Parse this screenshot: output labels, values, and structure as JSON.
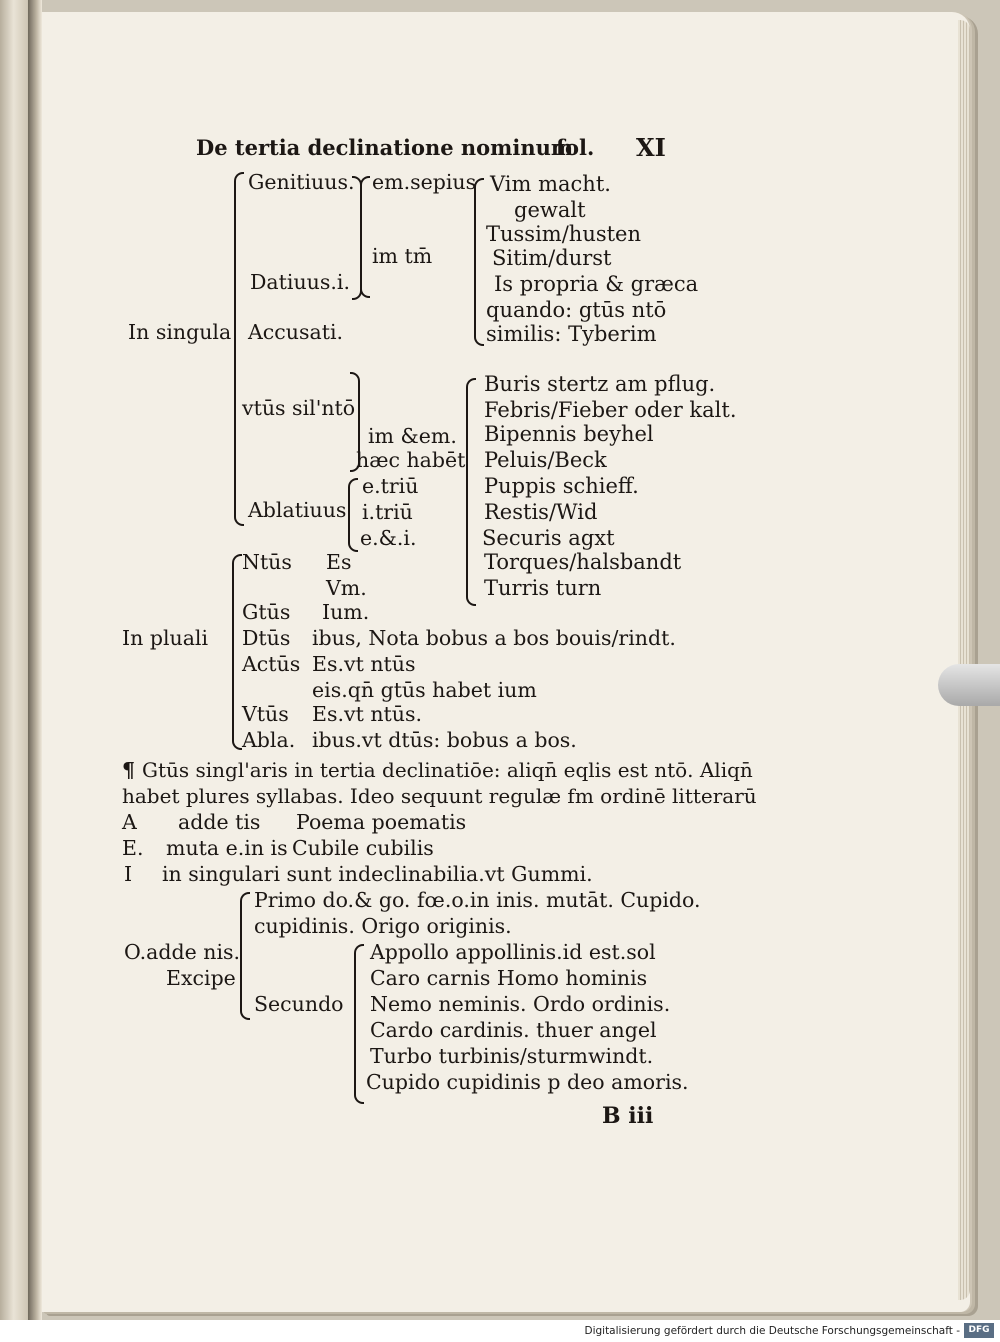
{
  "header": {
    "title": "De tertia declinatione nominum",
    "fol": "fol.",
    "number": "XI"
  },
  "singular": {
    "label": "In singula",
    "cases": {
      "genitiuus": "Genitiuus.",
      "datiuus": "Datiuus.i.",
      "accusati": "Accusati.",
      "vtus": "vtūs sil'ntō",
      "ablatiuus": "Ablatiuus"
    },
    "endings": {
      "em_sepius": "em.sepius",
      "im_tm": "im tm̄",
      "im_em": "im &em.",
      "haec_habet": "hæc habēt",
      "e_triu": "e.triū",
      "i_triu": "i.triū",
      "e_et_i": "e.&.i."
    },
    "examples_a": [
      "Vim macht.",
      "gewalt",
      "Tussim/husten",
      "Sitim/durst",
      "Is propria & græca",
      "quando: gtūs ntō",
      "similis: Tyberim"
    ],
    "examples_b": [
      "Buris stertz am pflug.",
      "Febris/Fieber oder kalt.",
      "Bipennis beyhel",
      "Peluis/Beck",
      "Puppis schieff.",
      "Restis/Wid",
      "Securis agxt",
      "Torques/halsbandt",
      "Turris turn"
    ]
  },
  "plural": {
    "label": "In pluali",
    "rows": [
      {
        "case": "Ntūs",
        "ending": "Es"
      },
      {
        "case": "",
        "ending": "Vm."
      },
      {
        "case": "Gtūs",
        "ending": "Ium."
      },
      {
        "case": "Dtūs",
        "ending": "ibus, Nota bobus a bos bouis/rindt."
      },
      {
        "case": "Actūs",
        "ending": "Es.vt ntūs"
      },
      {
        "case": "",
        "ending": "eis.qn̄ gtūs habet ium"
      },
      {
        "case": "Vtūs",
        "ending": "Es.vt ntūs."
      },
      {
        "case": "Abla.",
        "ending": "ibus.vt dtūs: bobus a bos."
      }
    ]
  },
  "paragraph": {
    "line1": "Gtūs singl'aris in tertia declinatiōe: aliqn̄ eqlis est ntō. Aliqn̄",
    "line2": "habet plures syllabas. Ideo sequunt regulæ fm ordinē litterarū"
  },
  "rules": [
    {
      "letter": "A",
      "rule": "adde tis",
      "example": "Poema poematis"
    },
    {
      "letter": "E.",
      "rule": "muta e.in is",
      "example": "Cubile cubilis"
    },
    {
      "letter": "I",
      "rule": "in singulari sunt indeclinabilia.vt Gummi.",
      "example": ""
    }
  ],
  "o_section": {
    "label": "O.adde nis.",
    "excipe": "Excipe",
    "primo": [
      "Primo do.& go. fœ.o.in inis. mutāt. Cupido.",
      "cupidinis. Origo originis."
    ],
    "secundo_label": "Secundo",
    "secundo": [
      "Appollo appollinis.id est.sol",
      "Caro carnis   Homo hominis",
      "Nemo neminis. Ordo ordinis.",
      "Cardo cardinis. thuer angel",
      "Turbo turbinis/sturmwindt.",
      "Cupido cupidinis p deo amoris."
    ]
  },
  "signature": "B iii",
  "footer": {
    "text": "Digitalisierung gefördert durch die Deutsche Forschungsgemeinschaft -",
    "logo": "DFG"
  }
}
